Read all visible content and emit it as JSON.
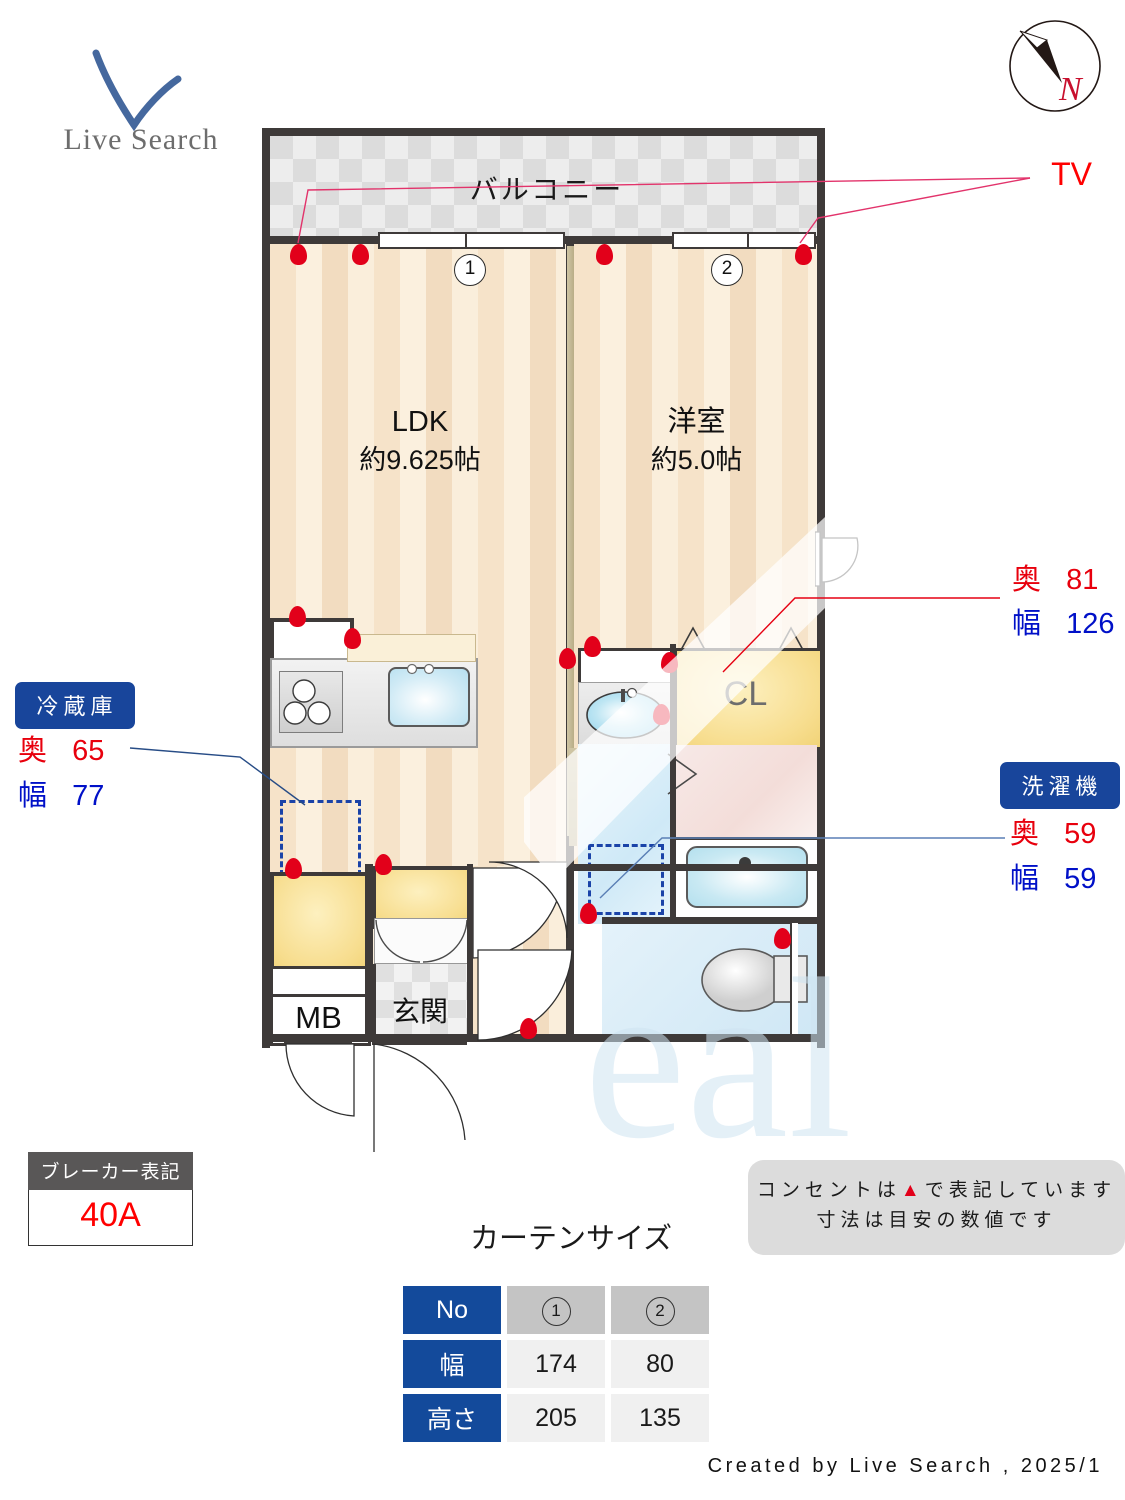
{
  "brand": {
    "name": "Live Search",
    "logo_icon": "checkmark-v-icon"
  },
  "compass": {
    "label": "N",
    "icon": "compass-north-icon",
    "needle_color": "#231815",
    "label_color": "#c8102e"
  },
  "floorplan": {
    "balcony": {
      "label": "バルコニー"
    },
    "rooms": [
      {
        "name": "LDK",
        "size": "約9.625帖"
      },
      {
        "name": "洋室",
        "size": "約5.0帖"
      }
    ],
    "closet_label": "CL",
    "entrance_label": "玄関",
    "meter_box_label": "MB",
    "window_markers": [
      "1",
      "2"
    ]
  },
  "annotations": {
    "tv": {
      "label": "TV",
      "color": "#ff0000"
    },
    "fridge": {
      "tag": "冷蔵庫",
      "depth_label": "奥",
      "depth_value": "65",
      "width_label": "幅",
      "width_value": "77"
    },
    "closet": {
      "depth_label": "奥",
      "depth_value": "81",
      "width_label": "幅",
      "width_value": "126"
    },
    "washer": {
      "tag": "洗濯機",
      "depth_label": "奥",
      "depth_value": "59",
      "width_label": "幅",
      "width_value": "59"
    }
  },
  "breaker": {
    "title": "ブレーカー表記",
    "value": "40A"
  },
  "note": {
    "line1_before": "コンセントは",
    "line1_mark": "▲",
    "line1_after": "で表記しています",
    "line2": "寸法は目安の数値です"
  },
  "curtain": {
    "title": "カーテンサイズ",
    "row_headers": [
      "No",
      "幅",
      "高さ"
    ],
    "columns": [
      "1",
      "2"
    ],
    "width_values": [
      "174",
      "80"
    ],
    "height_values": [
      "205",
      "135"
    ]
  },
  "footer": {
    "text": "Created by Live Search , 2025/1"
  },
  "colors": {
    "accent_blue": "#18459b",
    "depth_red": "#e8000d",
    "width_blue": "#0010c8",
    "wall": "#3e3a39",
    "outlet_red": "#e2001a"
  }
}
